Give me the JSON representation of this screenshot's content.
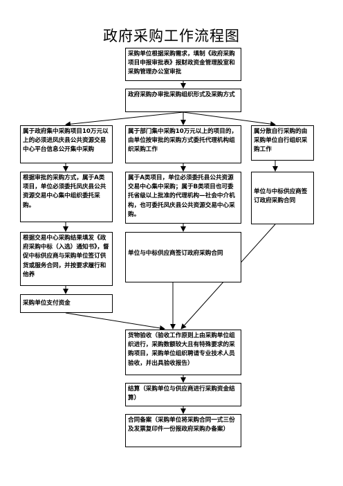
{
  "title": "政府采购工作流程图",
  "nodes": {
    "n1": "采购单位根据采购需求，填制《政府采购项目申报审批表》报财政资金管理股室和采购管理办公室审批",
    "n2": "政府采购办审批采购组织形式及采购方式",
    "l1": "属于政府集中采购项目10万元以上的必须进凤庆县公共资源交易中心平台信息公开集中采购",
    "m1": "属于部门集中采购10万元以上的项目的，由单位按审批的采购方式委托代理机构组织采购工作",
    "r1": "属分散自行采购的由采购单位自行组织采购工作",
    "l2": "根据审批的采购方式，属于A类项目，单位必须委托凤庆县公共资源交易中心集中组织委托采购。",
    "m2": "属于A类项目，单位必须委托县公共资源交易中心集中采购；属于B类项目也可委托省级以上批准的代理机构—社会中介机构，也可委托凤庆县公共资源交易中心采购。",
    "r2": "单位与中标供应商签订政府采购合同",
    "l3": "根据交易中心采购结果填发《政府采购中标（入选）通知书》，督促中标供应商与采购单位签订供货或服务合同，并按要求履行和他养",
    "m3": "单位与中标供应商签订政府采购合同",
    "l4": "采购单位支付资金",
    "c1": "货物验收（验收工作原则上由采购单位组织进行，采购数额较大且有特殊要求的采购项目，采购单位组织聘请专业技术人员验收，并出具验收报告）",
    "c2": "结算（采购单位与供应商进行采购资金结算）",
    "c3": "合同备案（采购单位将采购合同一式三份及发票复印件一份报政府采购办备案）"
  }
}
